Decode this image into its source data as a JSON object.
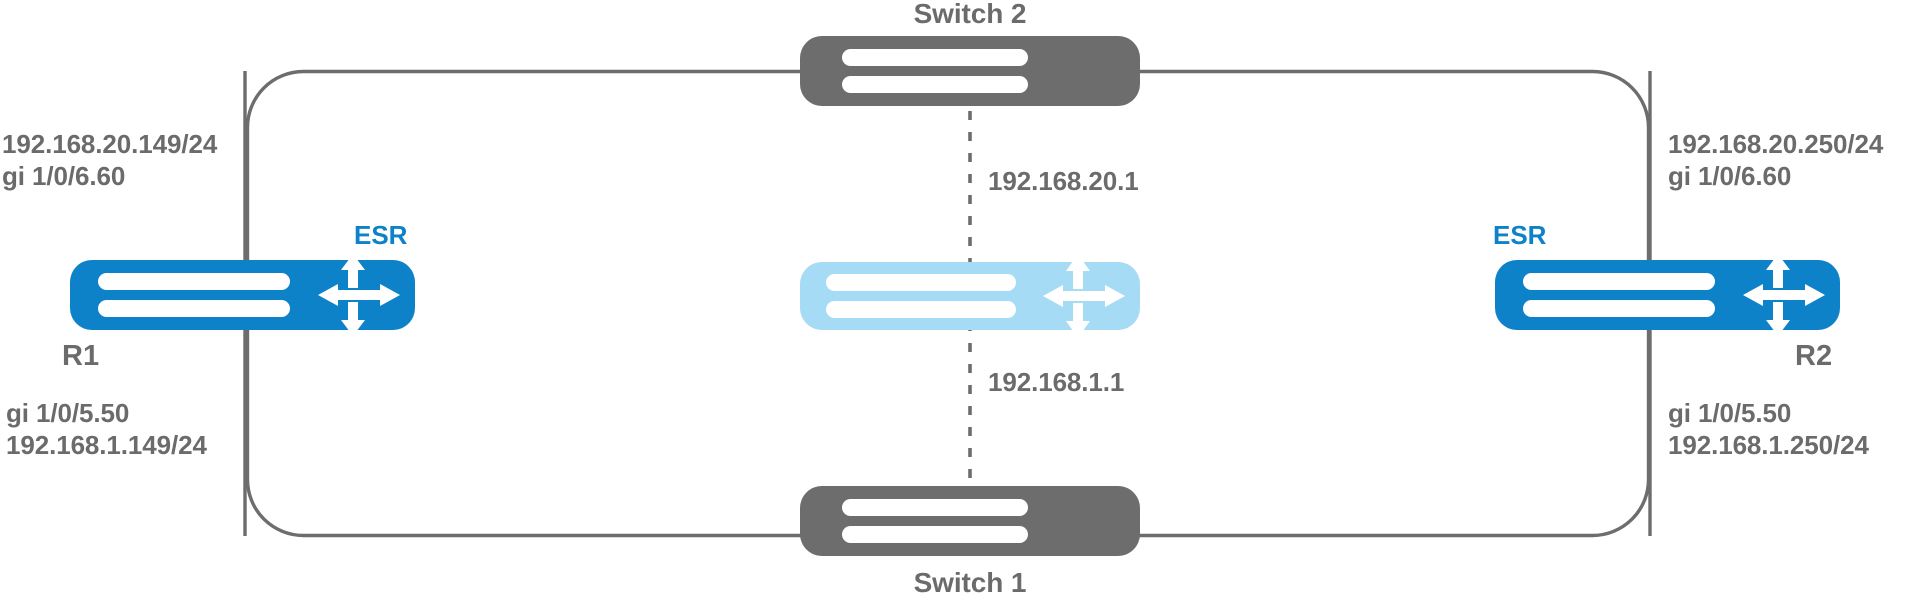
{
  "diagram": {
    "title": "Network topology: two ESR routers connected through two switches",
    "type": "network-topology",
    "colors": {
      "router_blue": "#0e82c8",
      "router_ghost_blue": "#a5dbf5",
      "switch_grey": "#6d6d6d",
      "line_grey": "#6d6d6d",
      "text_grey": "#6b6b6b",
      "accent_blue": "#0e82c8",
      "background": "#ffffff"
    }
  },
  "nodes": {
    "switch_top": {
      "name": "Switch 2",
      "label_position": "above"
    },
    "switch_bottom": {
      "name": "Switch 1",
      "label_position": "below"
    },
    "router_left": {
      "name": "R1",
      "badge": "ESR",
      "annotations_top": [
        "192.168.20.149/24",
        "gi 1/0/6.60"
      ],
      "annotations_bottom": [
        "gi 1/0/5.50",
        "192.168.1.149/24"
      ]
    },
    "router_right": {
      "name": "R2",
      "badge": "ESR",
      "annotations_top": [
        "192.168.20.250/24",
        "gi 1/0/6.60"
      ],
      "annotations_bottom": [
        "gi 1/0/5.50",
        "192.168.1.250/24"
      ]
    },
    "router_virtual": {
      "name": "",
      "badge": "",
      "annotation_top": "192.168.20.1",
      "annotation_bottom": "192.168.1.1"
    }
  },
  "annotations": {
    "left_top_line1": "192.168.20.149/24",
    "left_top_line2": "gi 1/0/6.60",
    "left_bottom_line1": "gi 1/0/5.50",
    "left_bottom_line2": "192.168.1.149/24",
    "right_top_line1": "192.168.20.250/24",
    "right_top_line2": "gi 1/0/6.60",
    "right_bottom_line1": "gi 1/0/5.50",
    "right_bottom_line2": "192.168.1.250/24",
    "center_top": "192.168.20.1",
    "center_bottom": "192.168.1.1",
    "esr_left": "ESR",
    "esr_right": "ESR",
    "r1": "R1",
    "r2": "R2",
    "switch_2": "Switch 2",
    "switch_1": "Switch 1"
  },
  "icons": {
    "router": "router-icon",
    "switch": "switch-icon",
    "vrrp_link": "dashed-vertical-link"
  }
}
